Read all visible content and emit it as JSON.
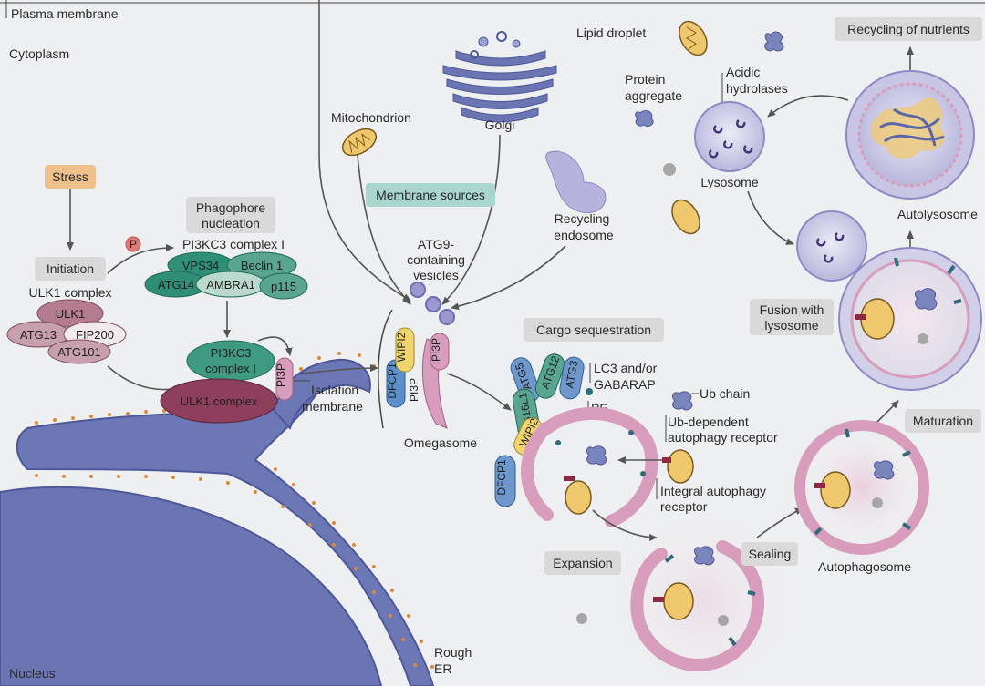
{
  "labels": {
    "plasma_membrane": "Plasma membrane",
    "cytoplasm": "Cytoplasm",
    "stress": "Stress",
    "initiation": "Initiation",
    "ulk1_complex_title": "ULK1 complex",
    "ulk1": "ULK1",
    "atg13": "ATG13",
    "fip200": "FIP200",
    "atg101": "ATG101",
    "p": "P",
    "phagophore_nucleation_1": "Phagophore",
    "phagophore_nucleation_2": "nucleation",
    "pi3kc3_complex": "PI3KC3 complex I",
    "vps34": "VPS34",
    "beclin1": "Beclin 1",
    "atg14": "ATG14",
    "ambra1": "AMBRA1",
    "p115": "p115",
    "pi3kc3_1": "PI3KC3",
    "pi3kc3_2": "complex I",
    "ulk1_complex_bottom": "ULK1 complex",
    "pi3p": "PI3P",
    "isolation_1": "Isolation",
    "isolation_2": "membrane",
    "mitochondrion": "Mitochondrion",
    "golgi": "Golgi",
    "membrane_sources": "Membrane sources",
    "recycling_endosome_1": "Recycling",
    "recycling_endosome_2": "endosome",
    "atg9_1": "ATG9-",
    "atg9_2": "containing",
    "atg9_3": "vesicles",
    "dfcp1": "DFCP1",
    "wipi2": "WIPI2",
    "omegasome": "Omegasome",
    "lipid_droplet": "Lipid droplet",
    "protein_aggregate_1": "Protein",
    "protein_aggregate_2": "aggregate",
    "acidic_1": "Acidic",
    "acidic_2": "hydrolases",
    "lysosome": "Lysosome",
    "recycling_nutrients": "Recycling of nutrients",
    "autolysosome": "Autolysosome",
    "fusion_1": "Fusion with",
    "fusion_2": "lysosome",
    "cargo_sequestration": "Cargo sequestration",
    "atg5": "ATG5",
    "atg12": "ATG12",
    "atg3": "ATG3",
    "atg16l1": "ATG16L1",
    "lc3_1": "LC3 and/or",
    "lc3_2": "GABARAP",
    "pe": "PE",
    "ub_chain": "Ub chain",
    "ub_receptor_1": "Ub-dependent",
    "ub_receptor_2": "autophagy receptor",
    "integral_1": "Integral autophagy",
    "integral_2": "receptor",
    "maturation": "Maturation",
    "expansion": "Expansion",
    "sealing": "Sealing",
    "autophagosome": "Autophagosome",
    "nucleus": "Nucleus",
    "rough_er_1": "Rough",
    "rough_er_2": "ER"
  }
}
